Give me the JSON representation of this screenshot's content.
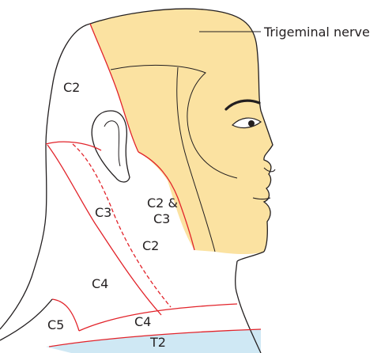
{
  "diagram": {
    "callout_label": "Trigeminal nerve",
    "regions": [
      {
        "id": "c2-top",
        "text": "C2"
      },
      {
        "id": "c2-and",
        "line1": "C2 &",
        "line2": "C3"
      },
      {
        "id": "c3",
        "text": "C3"
      },
      {
        "id": "c2-neck",
        "text": "C2"
      },
      {
        "id": "c4-back",
        "text": "C4"
      },
      {
        "id": "c5",
        "text": "C5"
      },
      {
        "id": "c4-front",
        "text": "C4"
      },
      {
        "id": "t2",
        "text": "T2"
      }
    ],
    "colors": {
      "trigeminal_fill": "#fbe2a1",
      "t2_fill": "#cfe8f4",
      "outline": "#231f20",
      "boundary": "#e2232a"
    }
  }
}
